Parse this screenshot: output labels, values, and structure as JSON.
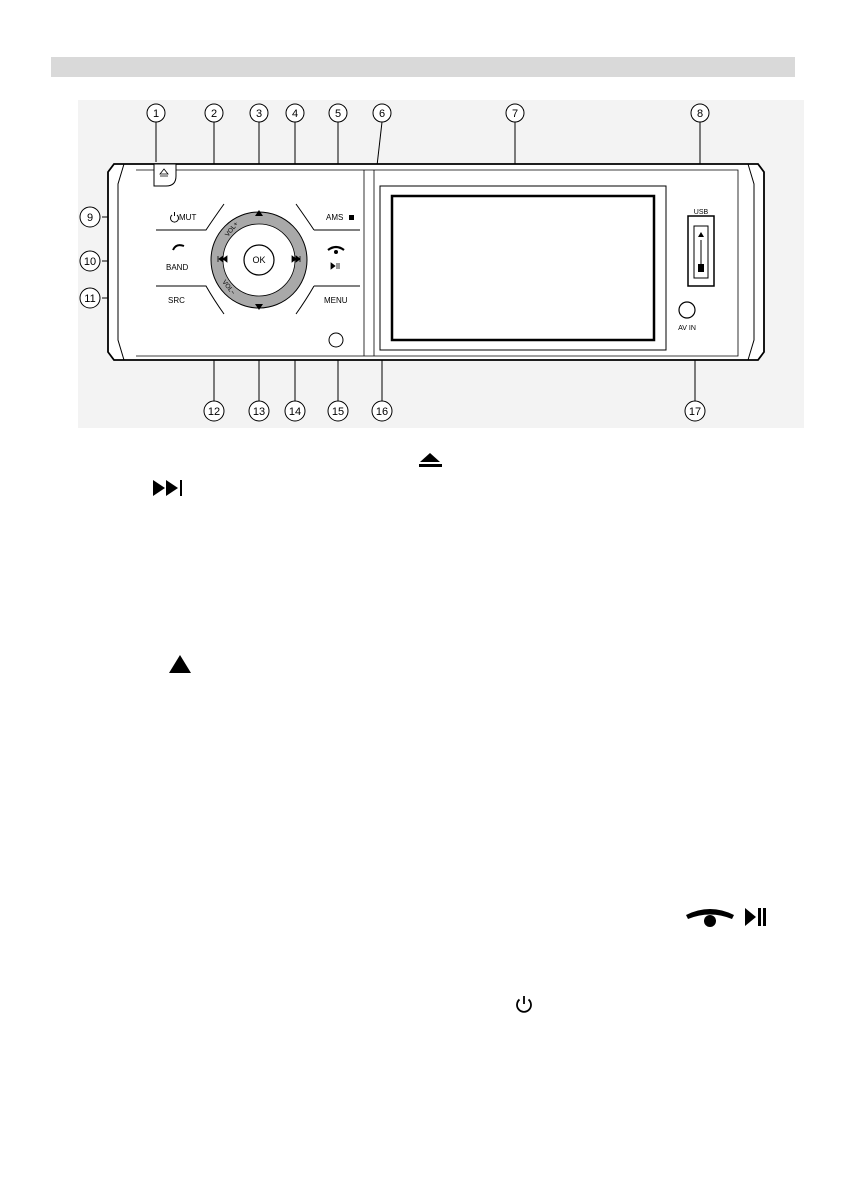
{
  "header_bar": {
    "color": "#d9d9d9"
  },
  "callouts": [
    "1",
    "2",
    "3",
    "4",
    "5",
    "6",
    "7",
    "8",
    "9",
    "10",
    "11",
    "12",
    "13",
    "14",
    "15",
    "16",
    "17"
  ],
  "panel_labels": {
    "mut": "MUT",
    "ams": "AMS",
    "band": "BAND",
    "src": "SRC",
    "menu": "MENU",
    "ok": "OK",
    "usb": "USB",
    "avin": "AV IN",
    "vol_plus": "VOL+",
    "vol_minus": "VOL−"
  },
  "icons": [
    "eject-icon",
    "next-track-icon",
    "up-arrow-icon",
    "phone-hangup-icon",
    "play-pause-icon",
    "power-icon"
  ]
}
